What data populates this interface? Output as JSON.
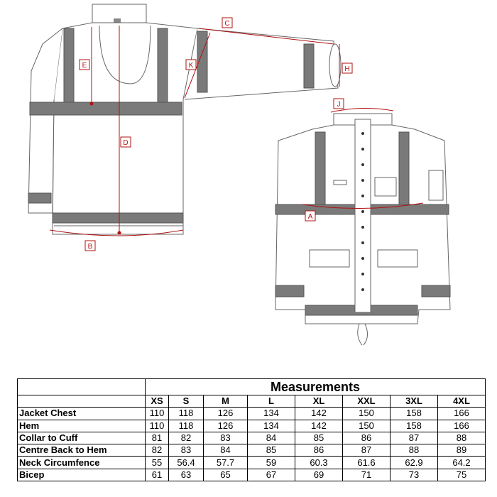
{
  "diagram": {
    "callouts": [
      "A",
      "B",
      "C",
      "D",
      "E",
      "H",
      "J",
      "K"
    ]
  },
  "table": {
    "title": "Measurements",
    "sizes": [
      "XS",
      "S",
      "M",
      "L",
      "XL",
      "XXL",
      "3XL",
      "4XL"
    ],
    "rows": [
      {
        "label": "Jacket Chest",
        "values": [
          "110",
          "118",
          "126",
          "134",
          "142",
          "150",
          "158",
          "166"
        ]
      },
      {
        "label": "Hem",
        "values": [
          "110",
          "118",
          "126",
          "134",
          "142",
          "150",
          "158",
          "166"
        ]
      },
      {
        "label": "Collar to Cuff",
        "values": [
          "81",
          "82",
          "83",
          "84",
          "85",
          "86",
          "87",
          "88"
        ]
      },
      {
        "label": "Centre Back to Hem",
        "values": [
          "82",
          "83",
          "84",
          "85",
          "86",
          "87",
          "88",
          "89"
        ]
      },
      {
        "label": "Neck Circumfence",
        "values": [
          "55",
          "56.4",
          "57.7",
          "59",
          "60.3",
          "61.6",
          "62.9",
          "64.2"
        ]
      },
      {
        "label": "Bicep",
        "values": [
          "61",
          "63",
          "65",
          "67",
          "69",
          "71",
          "73",
          "75"
        ]
      }
    ]
  },
  "colors": {
    "callout_red": "#b11111",
    "stripe_gray": "#7a7a7a",
    "outline": "#555555"
  }
}
